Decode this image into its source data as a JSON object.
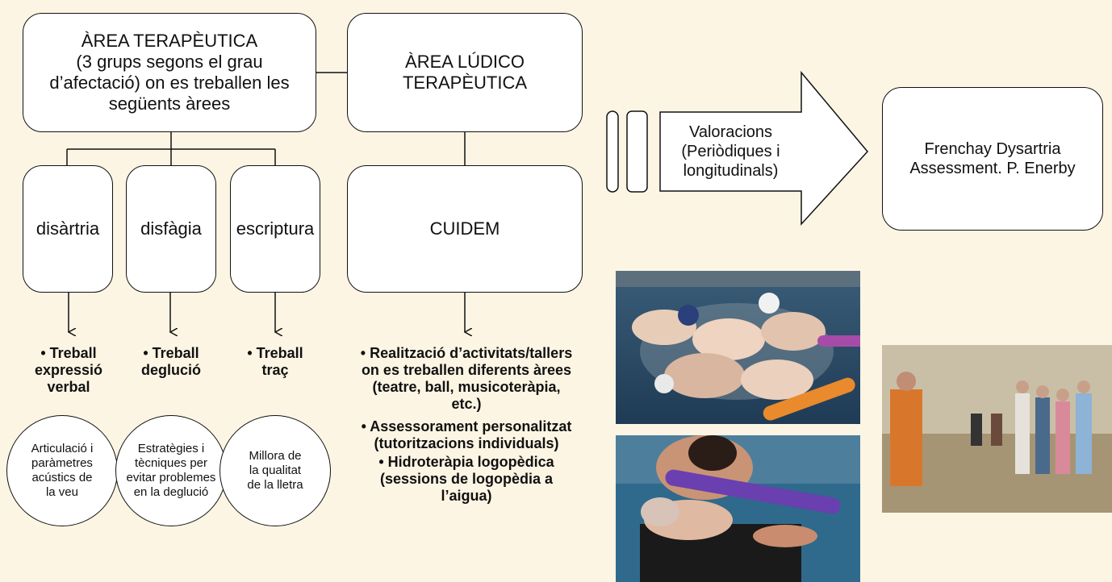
{
  "area_terapeutica": {
    "label": "ÀREA TERAPÈUTICA\n(3 grups segons el grau\nd’afectació) on es treballen les\nsegüents àrees"
  },
  "area_ludico": {
    "label": "ÀREA LÚDICO\nTERAPÈUTICA"
  },
  "sub_areas": [
    {
      "label": "disàrtria",
      "work": "• Treball\nexpressió\nverbal",
      "circle": "Articulació i\nparàmetres\nacústics de\nla veu"
    },
    {
      "label": "disfàgia",
      "work": "• Treball\ndeglució",
      "circle": "Estratègies i\ntècniques per\nevitar problemes\nen la deglució"
    },
    {
      "label": "escriptura",
      "work": "• Treball\ntraç",
      "circle": "Millora de\nla qualitat\nde la lletra"
    }
  ],
  "cuidem": {
    "label": "CUIDEM",
    "items": [
      "• Realització d’activitats/tallers\non es treballen diferents àrees\n(teatre, ball, musicoteràpia,\netc.)",
      "• Assessorament personalitzat\n(tutoritzacions individuals)",
      "• Hidroteràpia logopèdica\n(sessions de logopèdia a\nl’aigua)"
    ]
  },
  "valoracions": {
    "label": "Valoracions\n(Periòdiques i\nlongitudinals)"
  },
  "frenchay": {
    "label": "Frenchay Dysartria\nAssessment. P. Enerby"
  },
  "colors": {
    "background": "#fdf5e4",
    "box_fill": "#ffffff",
    "line": "#111111"
  }
}
